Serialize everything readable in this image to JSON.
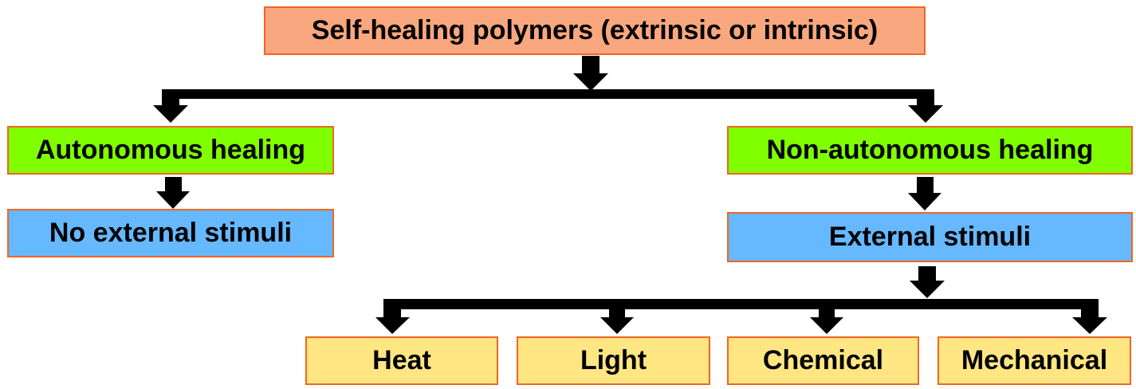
{
  "root": {
    "label": "Self-healing polymers (extrinsic or intrinsic)"
  },
  "branches": {
    "autonomous": {
      "label": "Autonomous healing",
      "stimulus": "No external stimuli"
    },
    "non_autonomous": {
      "label": "Non-autonomous healing",
      "stimulus": "External stimuli"
    }
  },
  "stimuli": [
    "Heat",
    "Light",
    "Chemical",
    "Mechanical"
  ],
  "colors": {
    "root": "#f9a77e",
    "healing": "#80ff00",
    "stimuli_type": "#66b8ff",
    "stimulus": "#ffe682",
    "border": "#f26522",
    "arrow": "#000000"
  }
}
